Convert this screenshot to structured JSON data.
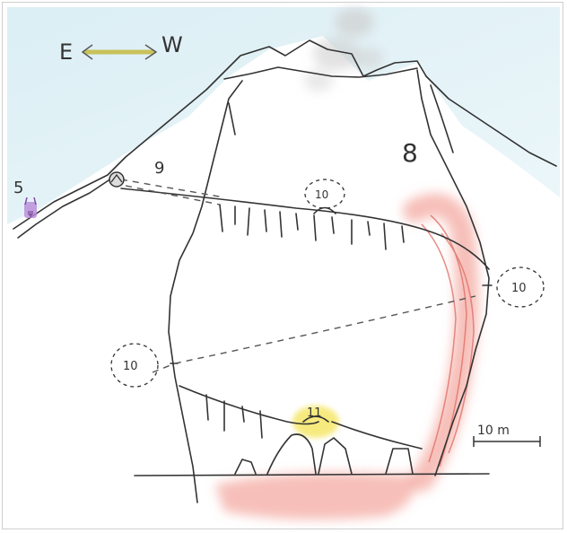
{
  "compass": {
    "east": "E",
    "west": "W"
  },
  "labels": {
    "five": "5",
    "eight": "8",
    "nine": "9",
    "ten_top": "10",
    "ten_right": "10",
    "ten_left": "10",
    "eleven": "11"
  },
  "scale_bar": {
    "text": "10 m"
  },
  "colors": {
    "sky": "#d9eef4",
    "lava": "#f08a80",
    "glow": "#f3e24a",
    "arrow": "#c8c25a",
    "pencil": "#333333",
    "steam": "#d0d0d0",
    "marker_purple": "#b889d8"
  }
}
